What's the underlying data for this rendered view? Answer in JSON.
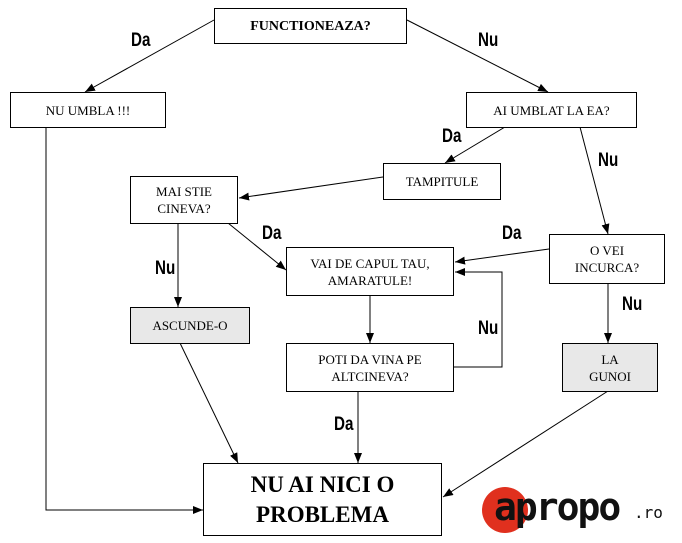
{
  "nodes": {
    "functioneaza": "FUNCTIONEAZA?",
    "nu_umbla": "NU UMBLA !!!",
    "ai_umblat": "AI UMBLAT LA EA?",
    "tampitule": "TAMPITULE",
    "mai_stie": "MAI STIE CINEVA?",
    "vai_de_capul": "VAI DE CAPUL TAU, AMARATULE!",
    "o_vei_incurca": "O VEI INCURCA?",
    "ascunde": "ASCUNDE-O",
    "poti_da_vina": "POTI DA VINA PE ALTCINEVA?",
    "la_gunoi": "LA GUNOI",
    "nu_ai_nici": "NU AI NICI O PROBLEMA"
  },
  "edge_labels": {
    "l1": "Da",
    "l2": "Nu",
    "l3": "Da",
    "l4": "Nu",
    "l5": "Da",
    "l6": "Nu",
    "l7": "Da",
    "l8": "Nu",
    "l9": "Nu",
    "l10": "Da"
  },
  "logo": {
    "word": "apropo",
    "tld": ".ro",
    "color": "#e0301e"
  }
}
